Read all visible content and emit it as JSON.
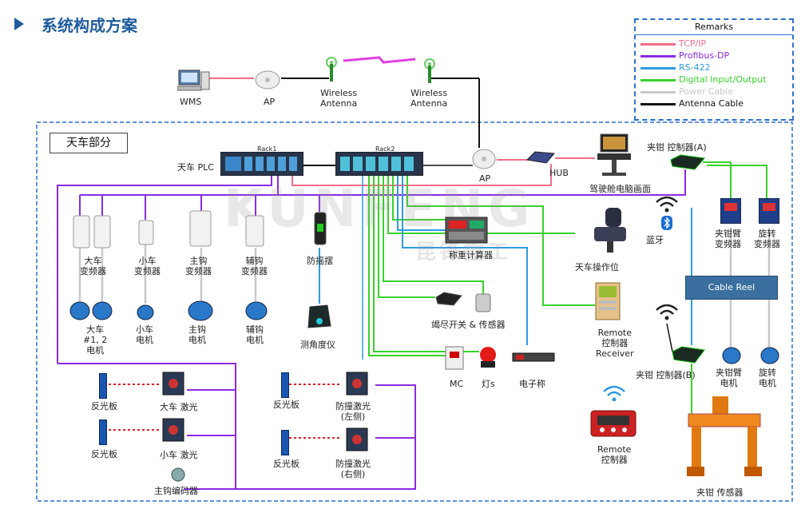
{
  "header": {
    "title": "系统构成方案"
  },
  "remarks": {
    "title": "Remarks",
    "items": [
      {
        "label": "TCP/IP",
        "color": "#f36d86"
      },
      {
        "label": "Profibus-DP",
        "color": "#8a2be2"
      },
      {
        "label": "RS-422",
        "color": "#2f9be0"
      },
      {
        "label": "Digital Input/Output",
        "color": "#39d12a"
      },
      {
        "label": "Power Cable",
        "color": "#c8c8c8"
      },
      {
        "label": "Antenna Cable",
        "color": "#111111"
      }
    ]
  },
  "top_network": {
    "wms": "WMS",
    "ap": "AP",
    "wireless_antenna_1": "Wireless\nAntenna",
    "wireless_antenna_2": "Wireless\nAntenna"
  },
  "crane": {
    "section_label": "天车部分",
    "plc_label": "天车 PLC",
    "rack1": "Rack1",
    "rack2": "Rack2",
    "ap": "AP",
    "hub": "HUB",
    "cockpit_pc": "驾驶舱电脑画面",
    "clamp_controller_a": "夹钳 控制器(A)",
    "bluetooth": "蓝牙",
    "clamp_arm_vfd": "夹钳臂\n变频器",
    "rotate_vfd": "旋转\n变频器",
    "cable_reel": "Cable Reel",
    "clamp_controller_b": "夹钳 控制器(B)",
    "clamp_arm_motor": "夹钳臂\n电机",
    "rotate_motor": "旋转\n电机",
    "clamp_sensor": "夹钳 传感器",
    "bridge_vfd": "大车\n变频器",
    "trolley_vfd": "小车\n变频器",
    "main_hook_vfd": "主钩\n变频器",
    "aux_hook_vfd": "辅钩\n变频器",
    "anti_sway": "防摇摆",
    "bridge_motor": "大车\n#1, 2\n电机",
    "trolley_motor": "小车\n电机",
    "main_hook_motor": "主钩\n电机",
    "aux_hook_motor": "辅钩\n电机",
    "angle_meter": "测角度仪",
    "weigh_calc": "称重计算器",
    "operator_seat": "天车操作位",
    "limit_switch": "竭尽开关 & 传感器",
    "remote_receiver": "Remote\n控制器\nReceiver",
    "mc": "MC",
    "lights": "灯s",
    "scale": "电子称",
    "remote_controller": "Remote\n控制器",
    "reflector_1": "反光板",
    "reflector_2": "反光板",
    "reflector_3": "反光板",
    "reflector_4": "反光板",
    "bridge_laser": "大车 激光",
    "trolley_laser": "小车 激光",
    "main_hook_encoder": "主钩编码器",
    "anti_collision_left": "防撞激光\n(左侧)",
    "anti_collision_right": "防撞激光\n(右侧)"
  },
  "watermark": {
    "brand": "KUNFENG",
    "brand_cn": "昆锋重工"
  }
}
